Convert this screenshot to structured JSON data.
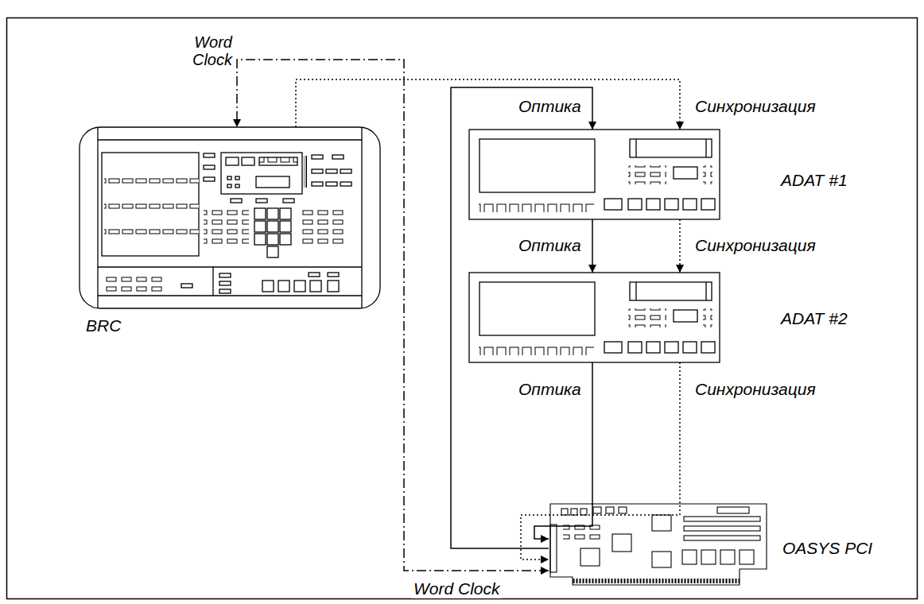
{
  "diagram": {
    "nodes": [
      {
        "text": [
          "BRC"
        ]
      },
      {
        "text": [
          "ADAT #1"
        ]
      },
      {
        "text": [
          "ADAT #2"
        ]
      },
      {
        "text": [
          "OASYS PCI"
        ]
      }
    ],
    "edges": [
      {
        "from": 0,
        "to": 1,
        "arrow": "to",
        "label": "Синхронизация"
      },
      {
        "from": 3,
        "to": 1,
        "arrow": "to",
        "label": "Оптика"
      },
      {
        "from": 1,
        "to": 2,
        "arrow": "to",
        "label": "Оптика"
      },
      {
        "from": 1,
        "to": 2,
        "arrow": "to",
        "label": "Синхронизация"
      },
      {
        "from": 2,
        "to": 3,
        "arrow": "to",
        "label": "Оптика"
      },
      {
        "from": 2,
        "to": 3,
        "arrow": "to",
        "label": "Синхронизация"
      },
      {
        "from": 3,
        "to": 0,
        "arrow": "both",
        "label": "Word Clock"
      }
    ],
    "labels": [
      "Word Clock"
    ]
  }
}
